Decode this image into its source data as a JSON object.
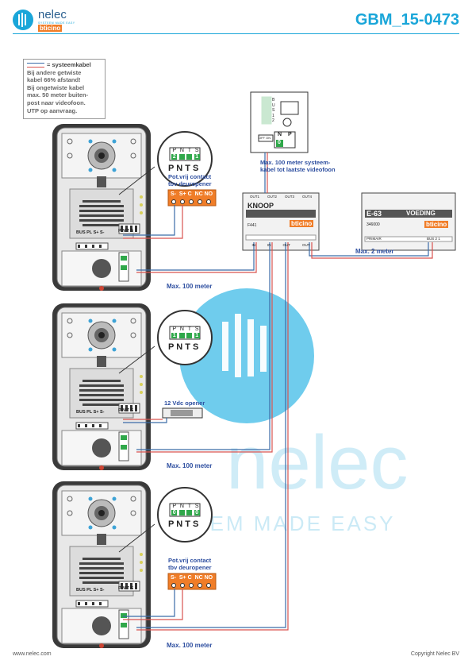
{
  "header": {
    "brand_name": "nelec",
    "brand_tagline": "SYSTEEM MADE EASY",
    "brand_sub": "bticino",
    "doc_code": "GBM_15-0473"
  },
  "legend": {
    "title": "= systeemkabel",
    "lines": [
      "Bij andere getwiste",
      "kabel 66% afstand!",
      "Bij ongetwiste kabel",
      "max. 50 meter buiten-",
      "post naar videofoon.",
      "UTP op aanvraag."
    ]
  },
  "videophone": {
    "terminals": [
      "B",
      "U",
      "S",
      "1",
      "2"
    ],
    "switch_label": "OFF ON",
    "np_labels": [
      "N",
      "P"
    ],
    "np_value": "0"
  },
  "note_system_cable": [
    "Max. 100 meter systeem-",
    "kabel tot laatste videofoon"
  ],
  "knoop": {
    "name": "KNOOP",
    "code": "F441",
    "brand": "bticino",
    "top_ports": [
      "OUT1",
      "OUT2",
      "OUT3",
      "OUT4"
    ],
    "bottom_ports": [
      "IN",
      "IN",
      "OUT",
      "OUT"
    ]
  },
  "voeding": {
    "code": "E-63",
    "name": "VOEDING",
    "article": "346000",
    "brand": "bticino",
    "primary_label": "PRIMAIR",
    "bus_label": "BUS",
    "bus_terms": [
      "2",
      "1"
    ]
  },
  "note_max2": "Max. 2 meter",
  "stations": [
    {
      "zoom_header": [
        "P",
        "N",
        "T",
        "S"
      ],
      "zoom_values": [
        "2",
        "",
        "",
        "1"
      ],
      "zoom_footer": "P N T S",
      "contact_title": [
        "Pot.vrij contact",
        "tbv deuropener"
      ],
      "contact_terms": "S-  S+ C  NC NO",
      "bus_label": "BUS PL S+ S-",
      "pnts": "P N T S",
      "distance": "Max. 100 meter"
    },
    {
      "zoom_header": [
        "P",
        "N",
        "T",
        "S"
      ],
      "zoom_values": [
        "1",
        "",
        "",
        "1"
      ],
      "zoom_footer": "P N T S",
      "opener_title": "12 Vdc opener",
      "bus_label": "BUS PL S+ S-",
      "pnts": "P N T S",
      "distance": "Max. 100 meter"
    },
    {
      "zoom_header": [
        "P",
        "N",
        "T",
        "S"
      ],
      "zoom_values": [
        "0",
        "",
        "",
        "0"
      ],
      "zoom_footer": "P N T S",
      "contact_title": [
        "Pot.vrij contact",
        "tbv deuropener"
      ],
      "contact_terms": "S-  S+ C  NC NO",
      "bus_label": "BUS PL S+ S-",
      "pnts": "P N T S",
      "distance": "Max. 100 meter"
    }
  ],
  "footer": {
    "left": "www.nelec.com",
    "right": "Copyright Nelec BV"
  },
  "colors": {
    "accent": "#1aa6d9",
    "bus_blue": "#3b6ca8",
    "bus_red": "#d9534f",
    "orange": "#f07d28",
    "green": "#2fa84a"
  }
}
